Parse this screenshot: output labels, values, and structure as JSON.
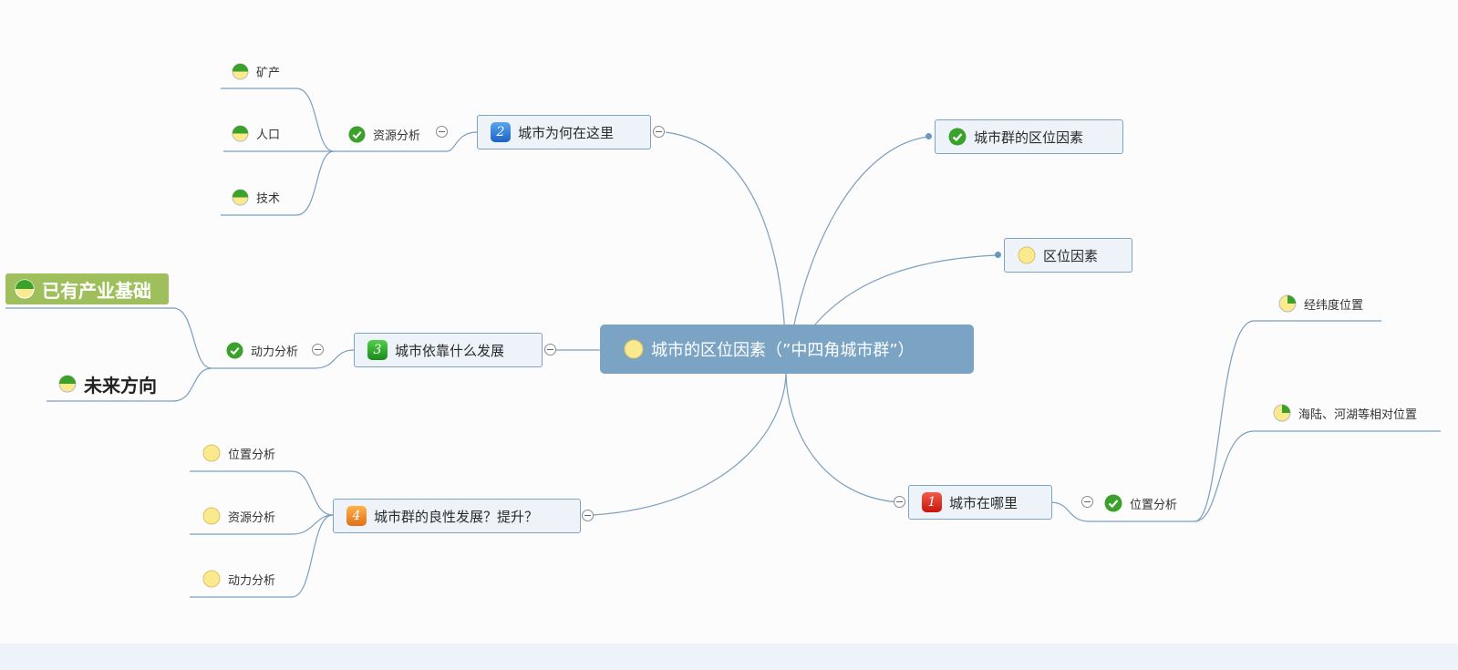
{
  "root": {
    "label": "城市的区位因素（”中四角城市群”）"
  },
  "branch_where": {
    "badge": "1",
    "label": "城市在哪里",
    "child": {
      "label": "位置分析"
    },
    "leaves": [
      {
        "label": "经纬度位置"
      },
      {
        "label": "海陆、河湖等相对位置"
      }
    ]
  },
  "branch_why": {
    "badge": "2",
    "label": "城市为何在这里",
    "child": {
      "label": "资源分析"
    },
    "leaves": [
      {
        "label": "矿产"
      },
      {
        "label": "人口"
      },
      {
        "label": "技术"
      }
    ]
  },
  "branch_rely": {
    "badge": "3",
    "label": "城市依靠什么发展",
    "child": {
      "label": "动力分析"
    },
    "leaves": [
      {
        "label": "已有产业基础"
      },
      {
        "label": "未来方向"
      }
    ]
  },
  "branch_dev": {
    "badge": "4",
    "label": "城市群的良性发展？提升？",
    "leaves": [
      {
        "label": "位置分析"
      },
      {
        "label": "资源分析"
      },
      {
        "label": "动力分析"
      }
    ]
  },
  "topic_cluster": {
    "label": "城市群的区位因素"
  },
  "topic_location": {
    "label": "区位因素"
  },
  "colors": {
    "link": "#7a9fc0",
    "root_fill": "#7ba4c4",
    "topic_fill": "#edf3f8",
    "topic_border": "#7fa3c2",
    "highlight_fill": "#9fbe5c",
    "check_green": "#3aa12a",
    "yellow_icon": "#fbe98e"
  }
}
